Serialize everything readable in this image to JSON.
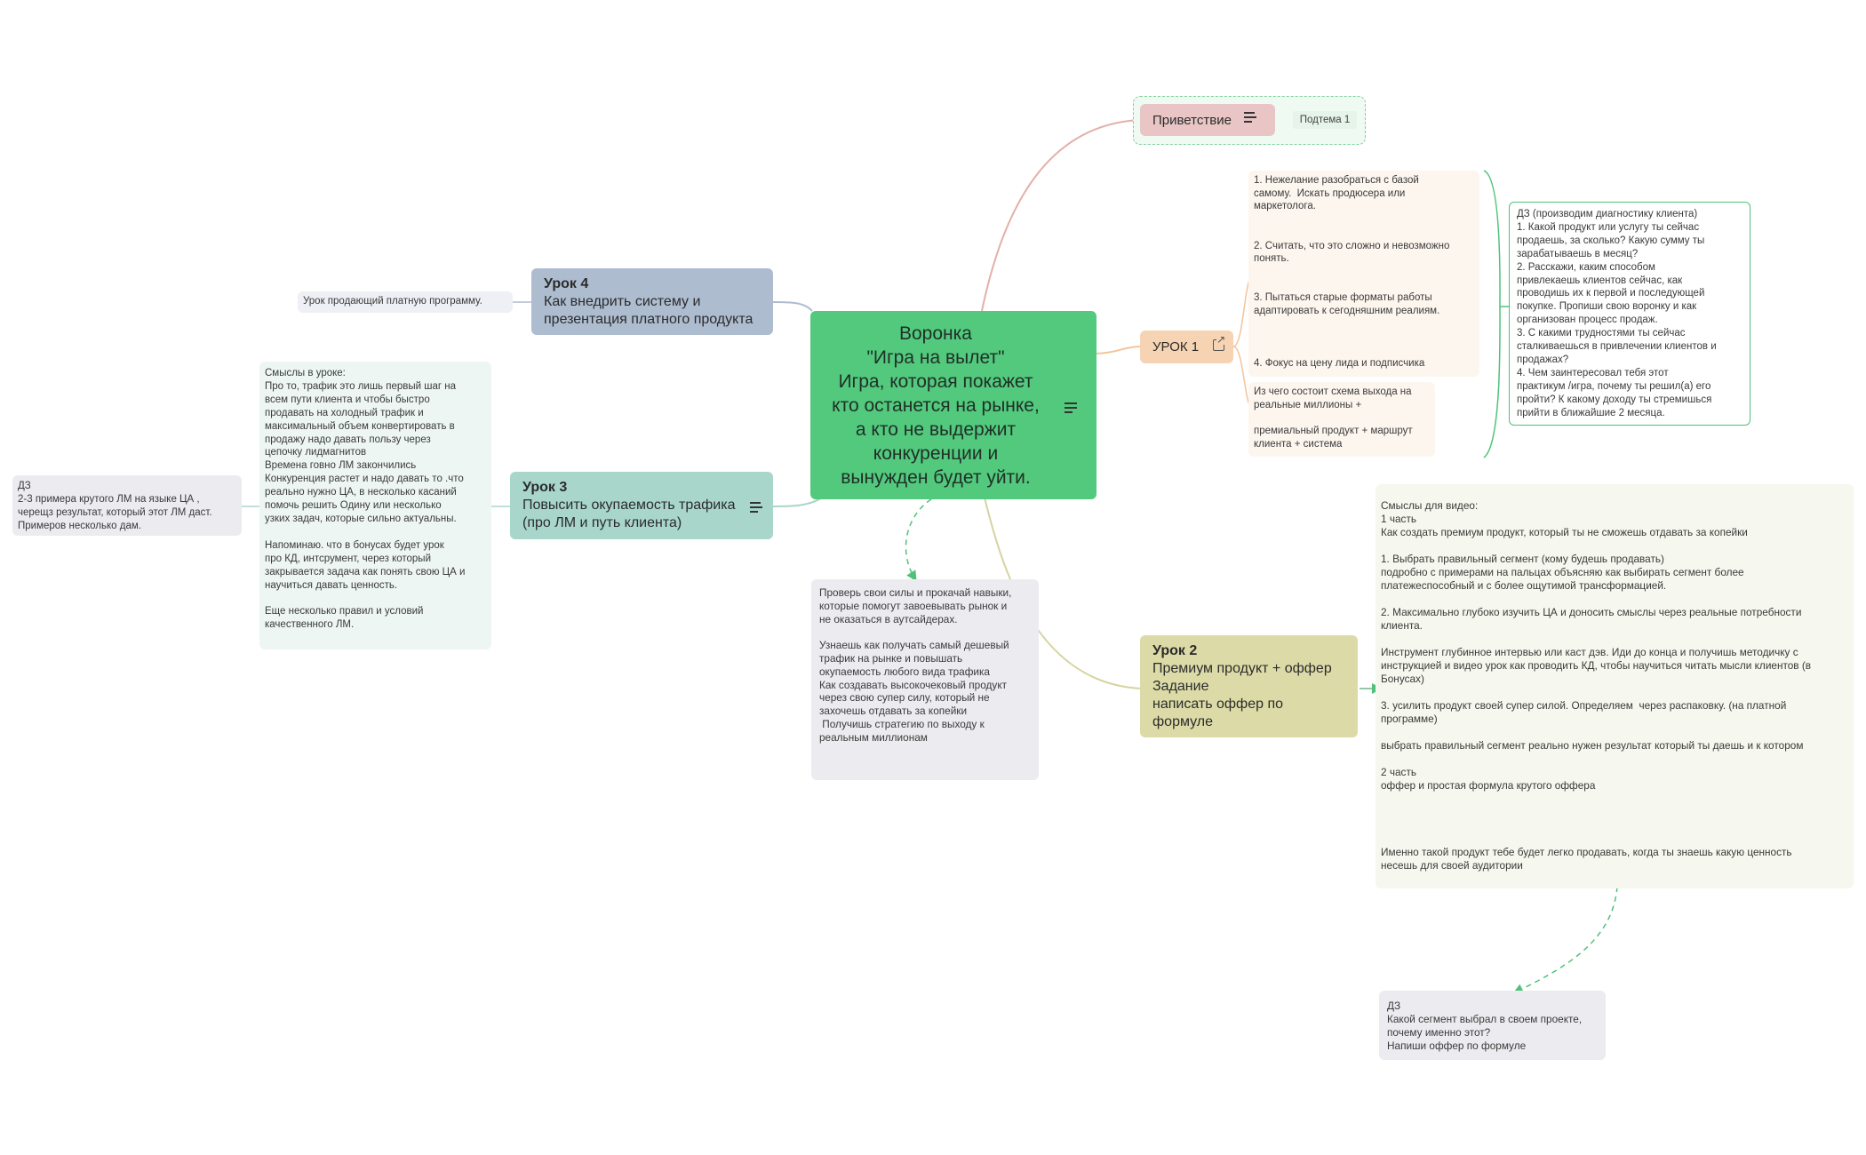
{
  "central": {
    "text": "Воронка\n\"Игра на вылет\"\nИгра, которая покажет\nкто останется на рынке,\nа кто не выдержит\nконкуренции и\nвынужден будет уйти."
  },
  "greeting": {
    "label": "Приветствие",
    "subtopic": "Подтема 1"
  },
  "lesson1": {
    "label": "УРОК 1",
    "points": "1. Нежелание разобраться с базой\nсамому.  Искать продюсера или\nмаркетолога.\n\n\n2. Считать, что это сложно и невозможно\nпонять.\n\n\n3. Пытаться старые форматы работы\nадаптировать к сегодняшним реалиям.\n\n\n\n4. Фокус на цену лида и подписчика",
    "extra": "Из чего состоит схема выхода на\nреальные миллионы +\n\nпремиальный продукт + маршрут\nклиента + система",
    "homework": "ДЗ (производим диагностику клиента)\n1. Какой продукт или услугу ты сейчас\nпродаешь, за сколько? Какую сумму ты\nзарабатываешь в месяц?\n2. Расскажи, каким способом\nпривлекаешь клиентов сейчас, как\nпроводишь их к первой и последующей\nпокупке. Пропиши свою воронку и как\nорганизован процесс продаж.\n3. С какими трудностями ты сейчас\nсталкиваешься в привлечении клиентов и\nпродажах?\n4. Чем заинтересовал тебя этот\nпрактикум /игра, почему ты решил(а) его\nпройти? К какому доходу ты стремишься\nприйти в ближайшие 2 месяца."
  },
  "lesson2": {
    "title": "Урок 2",
    "subtitle": "Премиум продукт + оффер\nЗадание\nнаписать оффер по формуле",
    "content": "Смыслы для видео:\n1 часть\nКак создать премиум продукт, который ты не сможешь отдавать за копейки\n\n1. Выбрать правильный сегмент (кому будешь продавать)\nподробно с примерами на пальцах объясняю как выбирать сегмент более\nплатежеспособный и с более ощутимой трансформацией.\n\n2. Максимально глубоко изучить ЦА и доносить смыслы через реальные потребности\nклиента.\n\nИнструмент глубинное интервью или каст дэв. Иди до конца и получишь методичку с\nинструкцией и видео урок как проводить КД, чтобы научиться читать мысли клиентов (в\nБонусах)\n\n3. усилить продукт своей супер силой. Определяем  через распаковку. (на платной\nпрограмме)\n\nвыбрать правильный сегмент реально нужен результат который ты даешь и к котором\n\n2 часть\nоффер и простая формула крутого оффера\n\n\n\n\nИменно такой продукт тебе будет легко продавать, когда ты знаешь какую ценность\nнесешь для своей аудитории",
    "homework": "ДЗ\nКакой сегмент выбрал в своем проекте,\nпочему именно этот?\nНапиши оффер по формуле"
  },
  "lesson3": {
    "title": "Урок 3",
    "subtitle": "Повысить окупаемость трафика\n(про ЛМ и путь клиента)",
    "content": "Смыслы в уроке:\nПро то, трафик это лишь первый шаг на\nвсем пути клиента и чтобы быстро\nпродавать на холодный трафик и\nмаксимальный объем конвертировать в\nпродажу надо давать пользу через\nцепочку лидмагнитов\nВремена говно ЛМ закончились\nКонкуренция растет и надо давать то .что\nреально нужно ЦА, в несколько касаний\nпомочь решить Одину или несколько\nузких задач, которые сильно актуальны.\n\nНапоминаю. что в бонусах будет урок\nпро КД, интсрумент, через который\nзакрывается задача как понять свою ЦА и\nнаучиться давать ценность.\n\nЕще несколько правил и условий\nкачественного ЛМ.",
    "homework": "ДЗ\n2-3 примера крутого ЛМ на языке ЦА ,\nчерещз результат, который этот ЛМ даст.\nПримеров несколько дам."
  },
  "lesson4": {
    "title": "Урок 4",
    "subtitle": "Как внедрить систему и\nпрезентация платного продукта",
    "note": "Урок продающий платную программу."
  },
  "summary": {
    "text": "Проверь свои силы и прокачай навыки,\nкоторые помогут завоевывать рынок и\nне оказаться в аутсайдерах.\n\nУзнаешь как получать самый дешевый\nтрафик на рынке и повышать\nокупаемость любого вида трафика\nКак создавать высокочековый продукт\nчерез свою супер силу, который не\nзахочешь отдавать за копейки\n Получишь стратегию по выходу к\nреальным миллионам"
  },
  "colors": {
    "central": "#52c97d",
    "greeting": "#e9c5c5",
    "lesson1": "#f6d3b2",
    "lesson2": "#dcdba7",
    "lesson3": "#a8d6cb",
    "lesson4": "#aebcd0",
    "summary": "#ecebef"
  }
}
